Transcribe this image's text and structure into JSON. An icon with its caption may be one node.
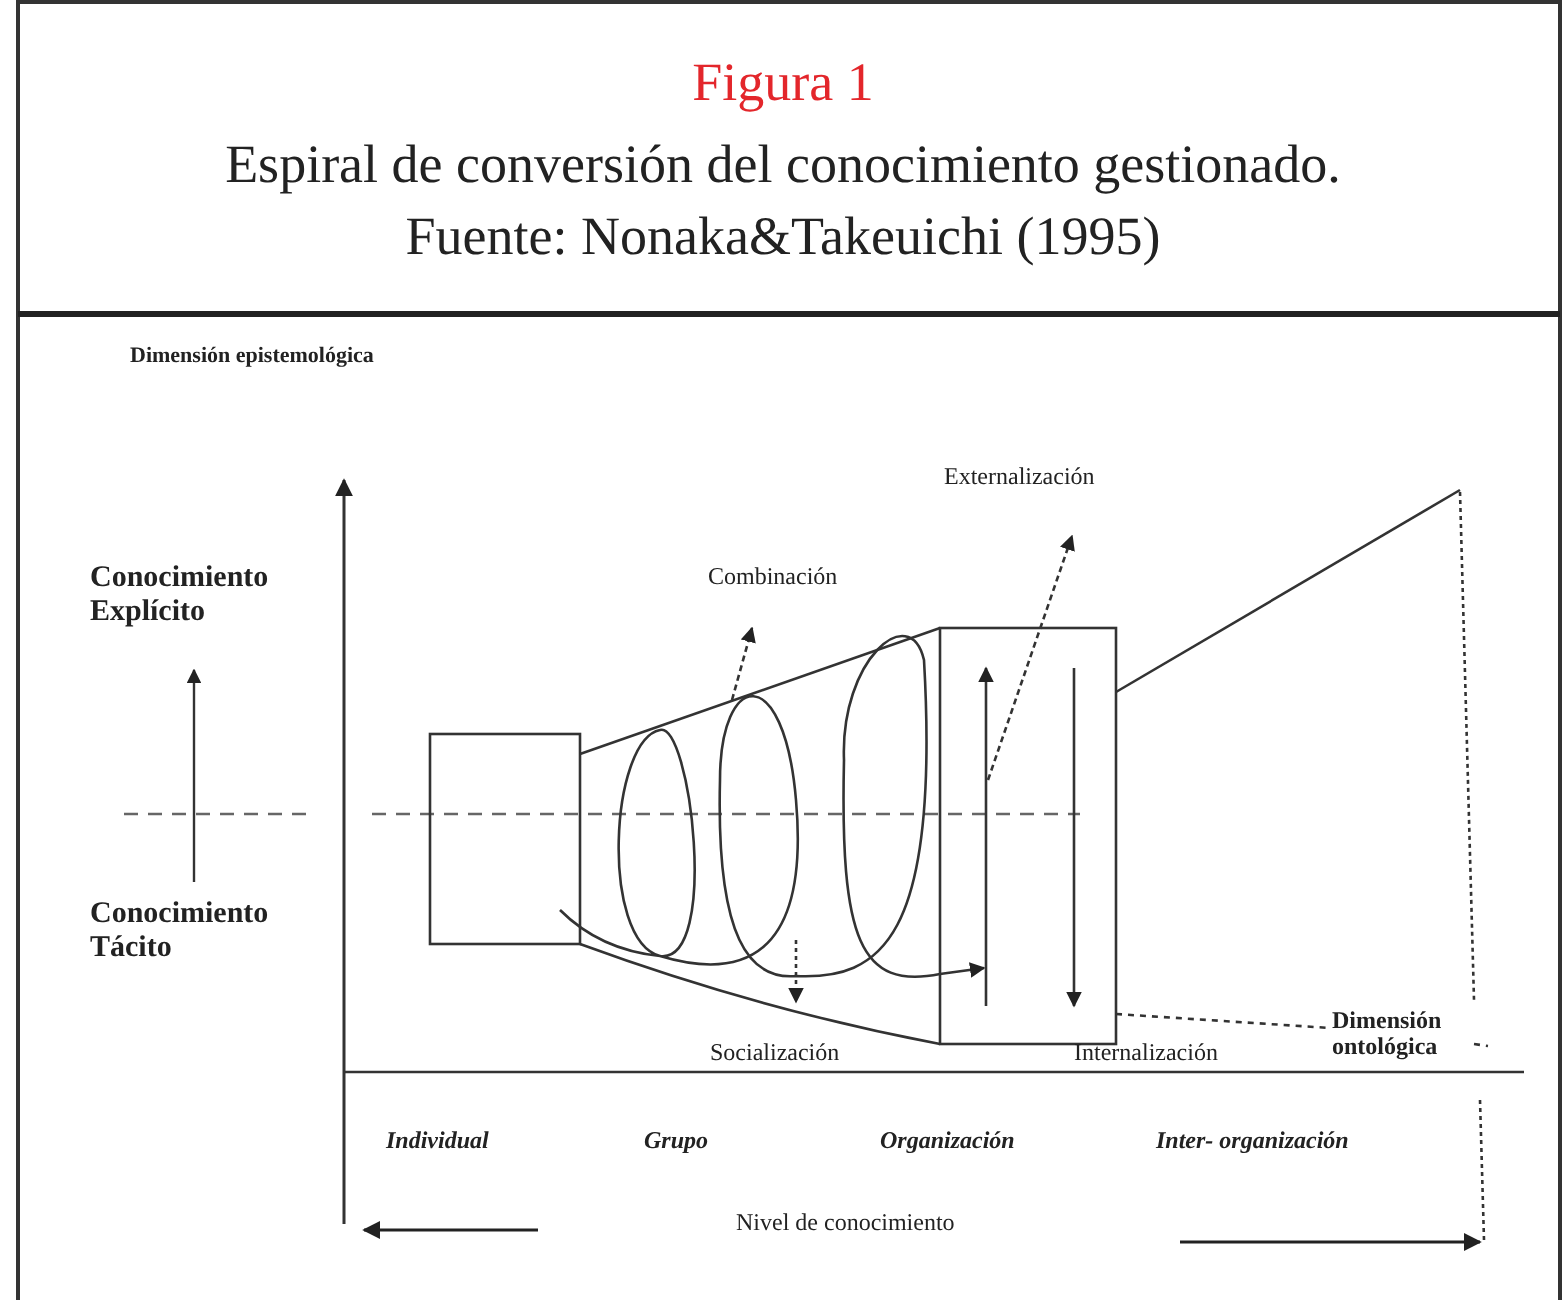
{
  "diagram": {
    "title": "Figura 1",
    "labels": [
      "Espiral de conversión del conocimiento gestionado.",
      "Fuente: Nonaka&Takeuichi (1995)",
      "Dimensión epistemológica",
      "Conocimiento Explícito",
      "Conocimiento Tácito",
      "Externalización",
      "Combinación",
      "Socialización",
      "Internalización",
      "Dimensión ontológica",
      "Individual",
      "Grupo",
      "Organización",
      "Inter- organización",
      "Nivel de conocimiento"
    ]
  }
}
